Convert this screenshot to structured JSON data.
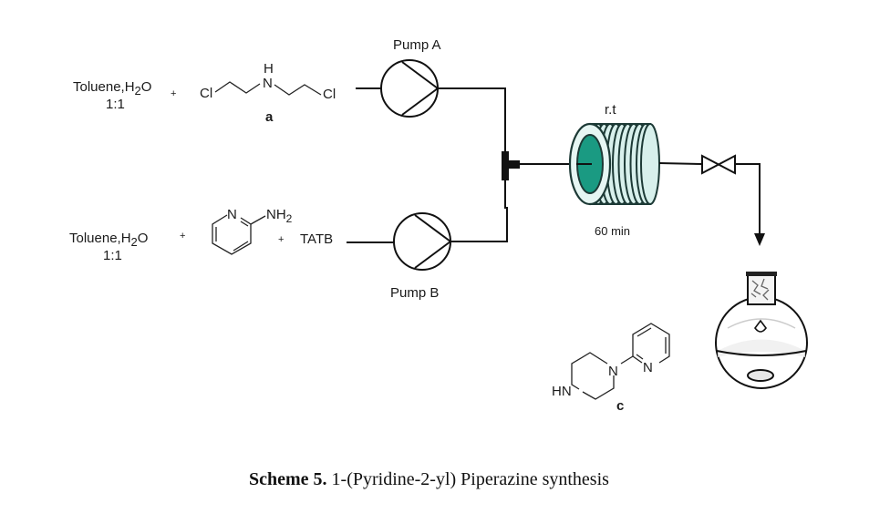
{
  "scheme": {
    "caption_bold": "Scheme 5.",
    "caption_text": " 1-(Pyridine-2-yl) Piperazine synthesis"
  },
  "stream_a": {
    "solvent_line1": "Toluene,H",
    "solvent_sub": "2",
    "solvent_end": "O",
    "solvent_ratio": "1:1",
    "plus": "+",
    "reagent_label": "a",
    "atoms": {
      "cl_left": "Cl",
      "n": "N",
      "h": "H",
      "cl_right": "Cl"
    }
  },
  "stream_b": {
    "solvent_line1": "Toluene,H",
    "solvent_sub": "2",
    "solvent_end": "O",
    "solvent_ratio": "1:1",
    "plus1": "+",
    "plus2": "+",
    "additive": "TATB",
    "atoms": {
      "ring_n": "N",
      "nh": "NH",
      "nh_sub": "2"
    }
  },
  "pumps": {
    "a_label": "Pump A",
    "b_label": "Pump B"
  },
  "reactor": {
    "temperature": "r.t",
    "residence_time": "60 min",
    "coil_fill": "#1a9a82",
    "coil_body": "#d8f0ec"
  },
  "product": {
    "label": "c",
    "atoms": {
      "hn": "HN",
      "n_pip": "N",
      "n_pyr": "N"
    }
  },
  "icons": {
    "valve": "needle-valve-icon",
    "flask": "round-bottom-flask-icon",
    "mixer": "t-mixer-icon"
  }
}
